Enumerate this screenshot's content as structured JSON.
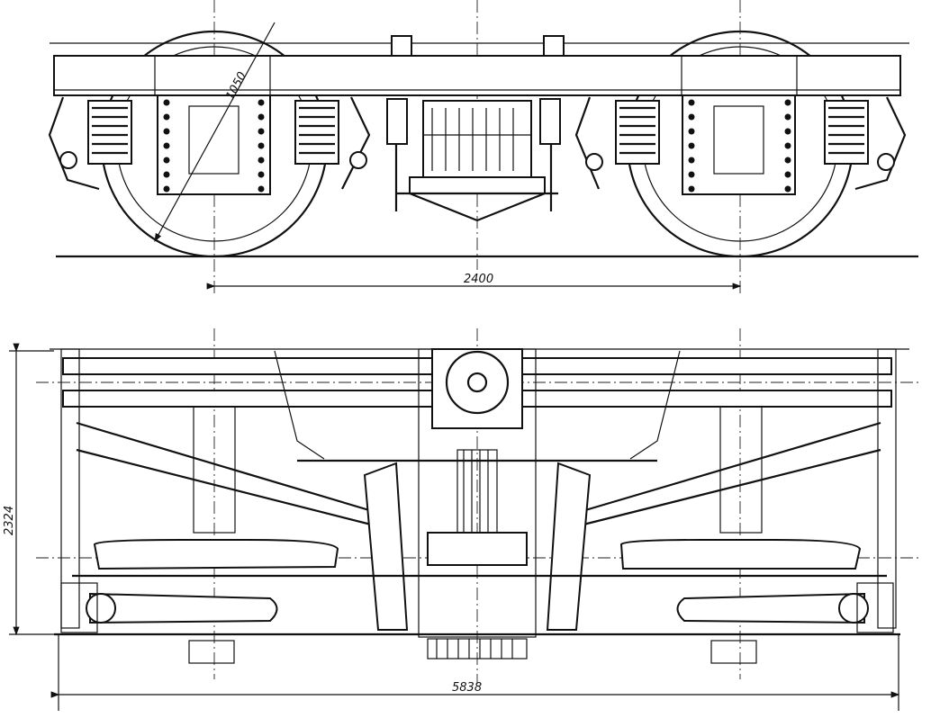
{
  "drawing": {
    "side_view": {
      "wheel_diameter_label": "1050",
      "wheelbase_label": "2400"
    },
    "plan_view": {
      "width_label": "2324",
      "length_label": "5838"
    }
  }
}
